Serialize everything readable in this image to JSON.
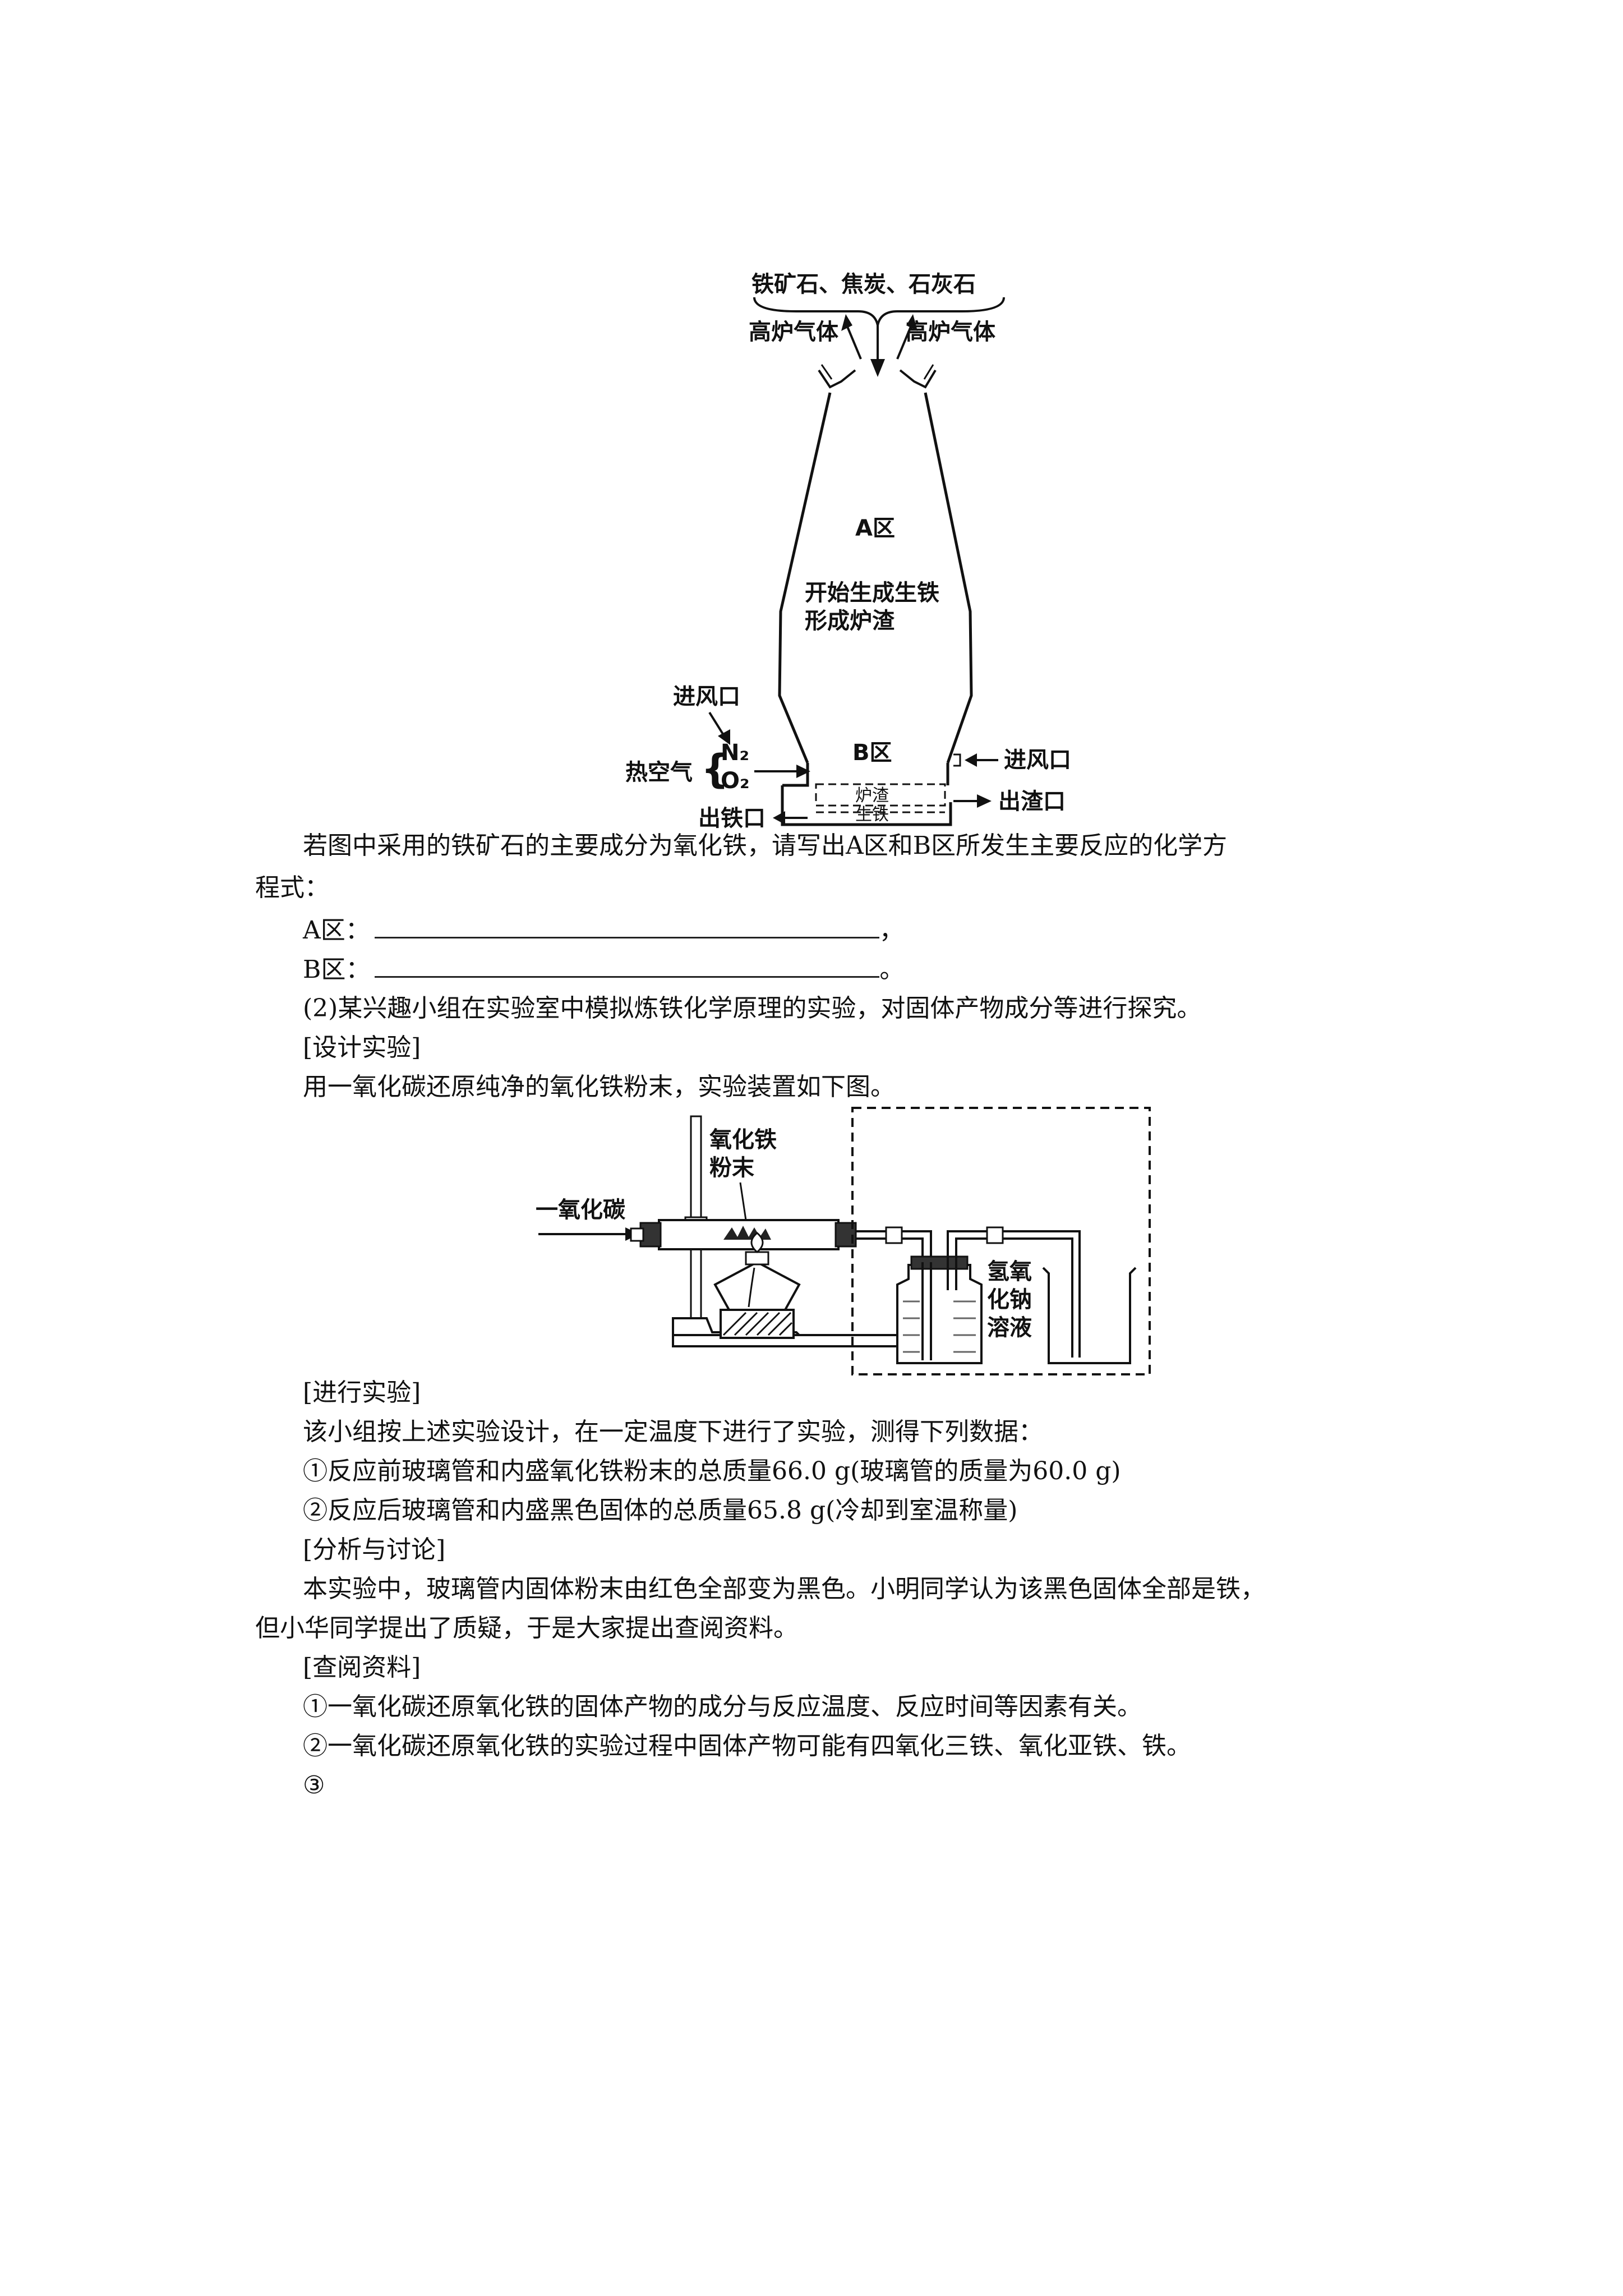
{
  "furnace": {
    "top_label": "铁矿石、焦炭、石灰石",
    "gas_left": "高炉气体",
    "gas_right": "高炉气体",
    "zone_a": "A区",
    "zone_a_note1": "开始生成生铁",
    "zone_a_note2": "形成炉渣",
    "zone_b": "B区",
    "air_inlet_left": "进风口",
    "air_inlet_right": "进风口",
    "hot_air": "热空气",
    "n2": "N₂",
    "o2": "O₂",
    "slag": "炉渣",
    "pig_iron": "生铁",
    "iron_outlet": "出铁口",
    "slag_outlet": "出渣口"
  },
  "text": {
    "q1_line1": "若图中采用的铁矿石的主要成分为氧化铁，请写出A区和B区所发生主要反应的化学方",
    "q1_line2": "程式：",
    "a_zone_label": "A区：",
    "a_zone_end": "，",
    "b_zone_label": "B区：",
    "b_zone_end": "。",
    "q2": "(2)某兴趣小组在实验室中模拟炼铁化学原理的实验，对固体产物成分等进行探究。",
    "design": "[设计实验]",
    "design_text": "用一氧化碳还原纯净的氧化铁粉末，实验装置如下图。",
    "do_exp": "[进行实验]",
    "do_text": "该小组按上述实验设计，在一定温度下进行了实验，测得下列数据：",
    "data1": "①反应前玻璃管和内盛氧化铁粉末的总质量66.0 g(玻璃管的质量为60.0 g)",
    "data2": "②反应后玻璃管和内盛黑色固体的总质量65.8 g(冷却到室温称量)",
    "analysis": "[分析与讨论]",
    "analysis_line1": "本实验中，玻璃管内固体粉末由红色全部变为黑色。小明同学认为该黑色固体全部是铁，",
    "analysis_line2": "但小华同学提出了质疑，于是大家提出查阅资料。",
    "lookup": "[查阅资料]",
    "ref1": "①一氧化碳还原氧化铁的固体产物的成分与反应温度、反应时间等因素有关。",
    "ref2": "②一氧化碳还原氧化铁的实验过程中固体产物可能有四氧化三铁、氧化亚铁、铁。",
    "ref3": "③"
  },
  "apparatus": {
    "co_label": "一氧化碳",
    "powder_label1": "氧化铁",
    "powder_label2": "粉末",
    "naoh1": "氢氧",
    "naoh2": "化钠",
    "naoh3": "溶液"
  }
}
